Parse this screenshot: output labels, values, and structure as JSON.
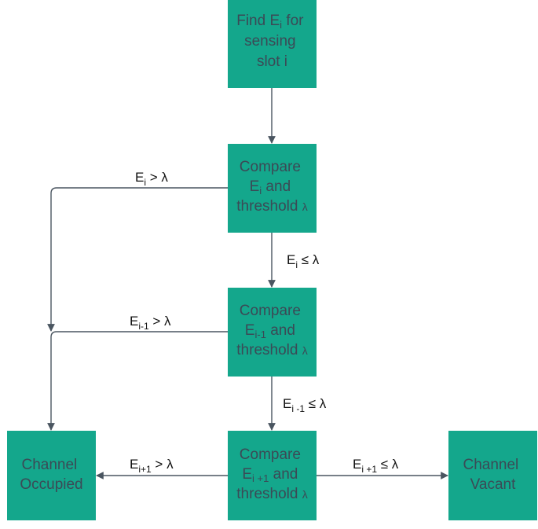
{
  "nodes": {
    "find": {
      "line1": "Find E",
      "line1_sub": "i",
      "line1_end": " for",
      "line2": "sensing",
      "line3": "slot i"
    },
    "compare_i": {
      "line1": "Compare",
      "line2": "E",
      "line2_sub": "i",
      "line2_end": " and",
      "line3": "threshold ",
      "line3_lambda": "λ"
    },
    "compare_im1": {
      "line1": "Compare",
      "line2": "E",
      "line2_sub": "i-1",
      "line2_end": " and",
      "line3": "threshold ",
      "line3_lambda": "λ"
    },
    "compare_ip1": {
      "line1": "Compare",
      "line2": "E",
      "line2_sub": "i +1",
      "line2_end": " and",
      "line3": "threshold ",
      "line3_lambda": "λ"
    },
    "occupied": {
      "line1": "Channel",
      "line2": "Occupied"
    },
    "vacant": {
      "line1": "Channel",
      "line2": "Vacant"
    }
  },
  "edges": {
    "ei_gt": {
      "pre": "E",
      "sub": "i",
      "post": " >  λ"
    },
    "ei_le": {
      "pre": "E",
      "sub": "i",
      "post": "  ≤  λ"
    },
    "eim1_gt": {
      "pre": "E",
      "sub": "i-1",
      "post": "  >  λ"
    },
    "eim1_le": {
      "pre": "E",
      "sub": "i -1",
      "post": "  ≤  λ"
    },
    "eip1_gt": {
      "pre": "E",
      "sub": "i+1",
      "post": "  >  λ"
    },
    "eip1_le": {
      "pre": "E",
      "sub": "i +1",
      "post": "  ≤  λ"
    }
  },
  "colors": {
    "box": "#14a78c",
    "box_text": "#3b4a56",
    "edge": "#4a5560",
    "label": "#111111"
  }
}
